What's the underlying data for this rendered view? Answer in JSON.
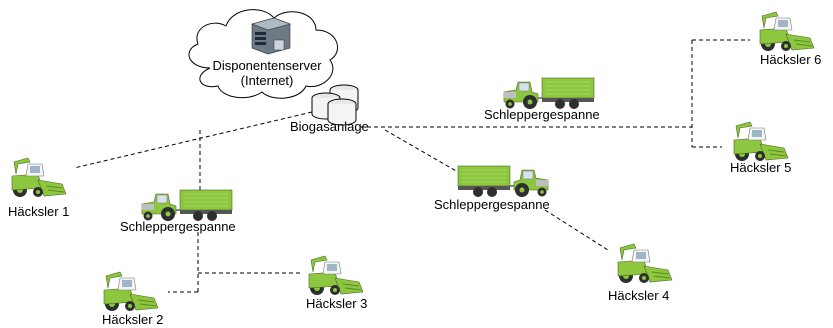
{
  "server": {
    "line1": "Disponentenserver",
    "line2": "(Internet)"
  },
  "hub": {
    "label": "Biogasanlage"
  },
  "harvesters": {
    "h1": "Häcksler 1",
    "h2": "Häcksler 2",
    "h3": "Häcksler 3",
    "h4": "Häcksler 4",
    "h5": "Häcksler 5",
    "h6": "Häcksler 6"
  },
  "tractors": {
    "top": "Schleppergespanne",
    "left": "Schleppergespanne",
    "middle": "Schleppergespanne"
  },
  "colors": {
    "machine_green": "#8dc63f",
    "machine_dark": "#3a3a3a",
    "cabin_white": "#f2f2f2",
    "link_line": "#000000"
  }
}
